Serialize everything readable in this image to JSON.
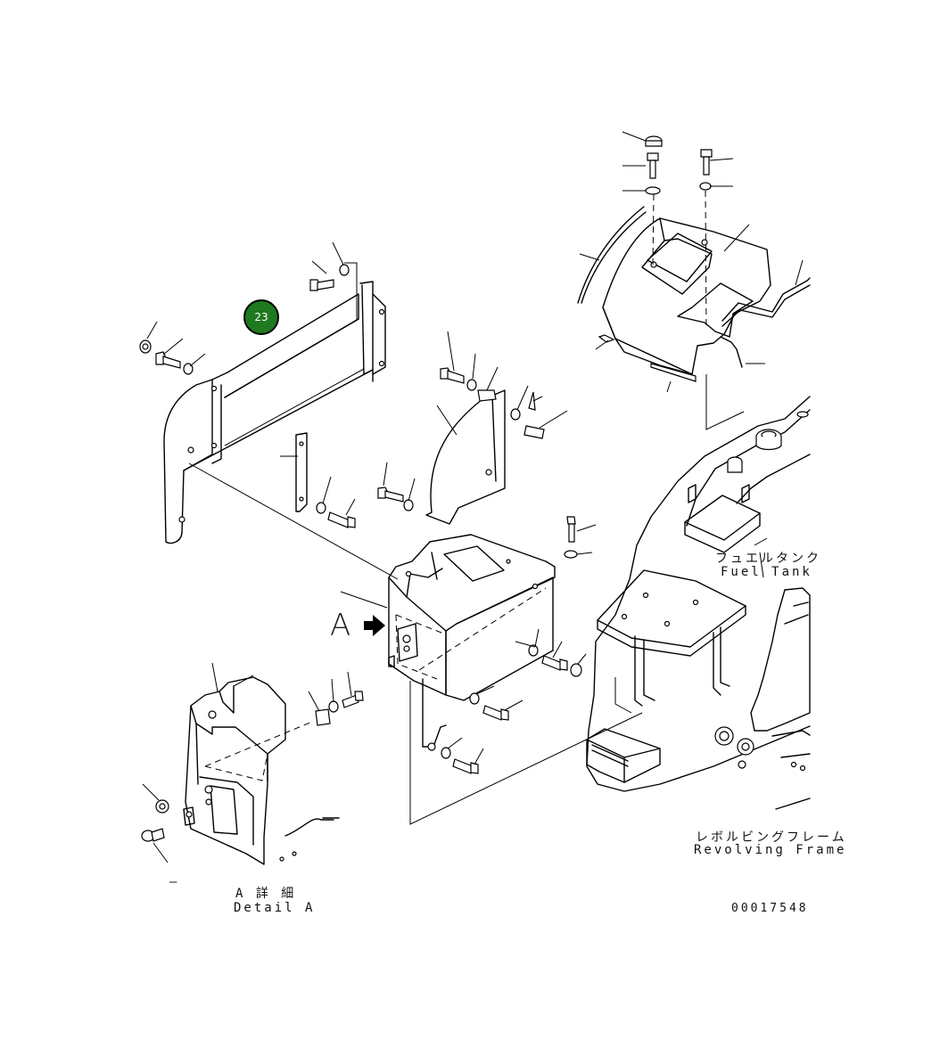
{
  "callouts": [
    {
      "label": "23"
    }
  ],
  "section_letter": "A",
  "labels": {
    "fuel_tank_jp": "フュエルタンク",
    "fuel_tank_en": "Fuel Tank",
    "revolving_frame_jp": "レボルビングフレーム",
    "revolving_frame_en": "Revolving Frame",
    "detail_a_jp": "A 詳 細",
    "detail_a_en": "Detail A",
    "drawing_number": "00017548",
    "dash_mark": "–"
  }
}
